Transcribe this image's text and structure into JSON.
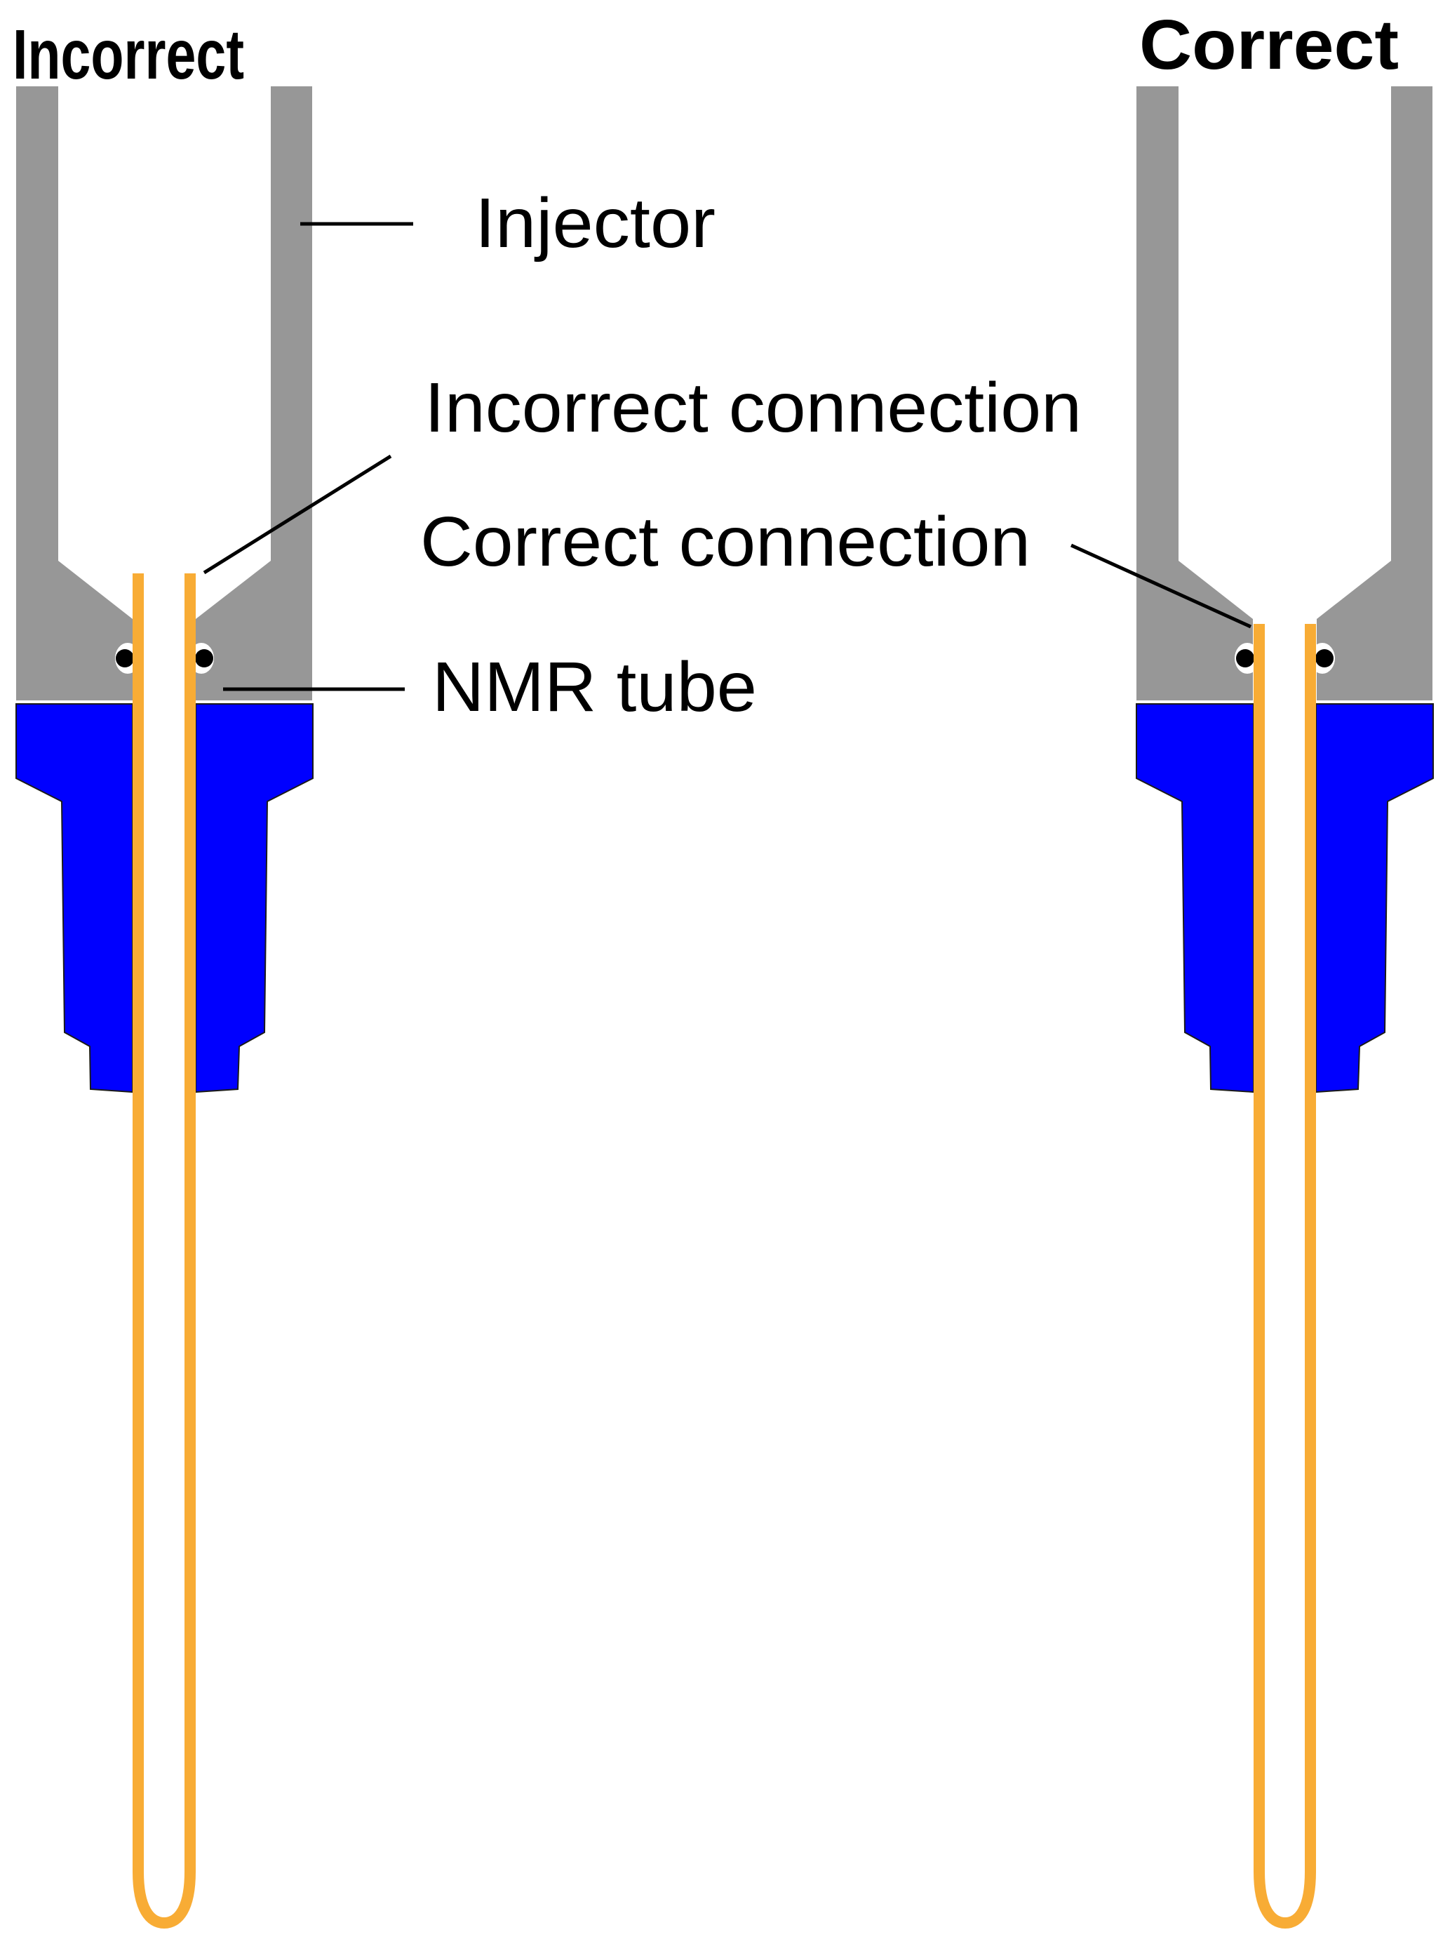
{
  "panels": {
    "incorrect": {
      "title": "Incorrect"
    },
    "correct": {
      "title": "Correct"
    }
  },
  "labels": {
    "injector": "Injector",
    "incorrect_connection": "Incorrect connection",
    "correct_connection": "Correct connection",
    "nmr_tube": "NMR tube"
  },
  "colors": {
    "injector": "#979797",
    "holder": "#0000ff",
    "nmr_tube": "#f8ac35",
    "o_ring": "#000000"
  }
}
